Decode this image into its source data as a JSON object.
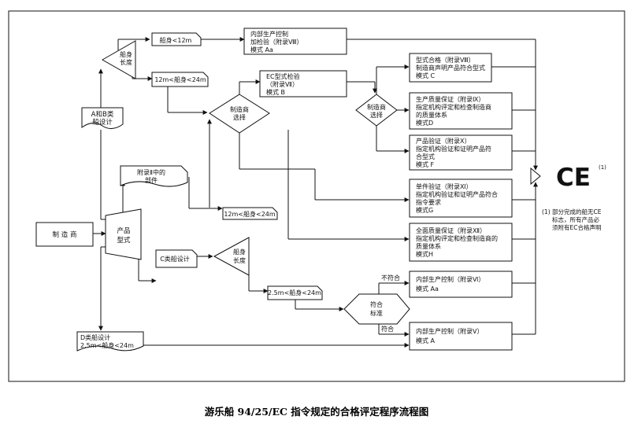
{
  "caption": "游乐船 94/25/EC 指令规定的合格评定程序流程图",
  "manufacturer": "制 造 商",
  "product_type": [
    "产品",
    "型式"
  ],
  "design_ab": [
    "A和B类",
    "船设计"
  ],
  "length_label": [
    "船身",
    "长度"
  ],
  "len_lt12": "船身<12m",
  "len_12_24": "12m<船身<24m",
  "len_12_24b": "12m<船身<24m",
  "len_25_24": "2.5m<船身<24m",
  "module_aa_top": [
    "内部生产控制",
    "加检验（附录Ⅷ）",
    "模式 Aa"
  ],
  "module_b": [
    "EC型式检验",
    "（附录Ⅶ）",
    "模式 B"
  ],
  "mfr_choice": [
    "制造商",
    "选择"
  ],
  "mfr_choice2": [
    "制造商",
    "选择"
  ],
  "module_c": [
    "型式合格（附录Ⅷ）",
    "制造商声明产品符合型式",
    "模式 C"
  ],
  "module_d": [
    "生产质量保证（附录Ⅸ）",
    "指定机构评定和检查制造商",
    "的质量体系",
    "模式D"
  ],
  "module_f": [
    "产品验证（附录Ⅹ）",
    "指定机构验证和证明产品符",
    "合型式",
    "模式 F"
  ],
  "module_g": [
    "单件验证（附录Ⅺ）",
    "指定机构验证和证明产品符合",
    "指令要求",
    "模式G"
  ],
  "module_h": [
    "全面质量保证（附录Ⅻ）",
    "指定机构评定和检查制造商的",
    "质量体系",
    "模式H"
  ],
  "annex_ii": [
    "附录Ⅱ中的",
    "部件"
  ],
  "design_c": "C类船设计",
  "length_c": [
    "船身",
    "长度"
  ],
  "module_aa_bottom": [
    "内部生产控制（附录Ⅵ）",
    "模式 Aa"
  ],
  "module_a": [
    "内部生产控制（附录Ⅴ）",
    "模式 A"
  ],
  "conform_std": [
    "符合",
    "标准"
  ],
  "not_conform": "不符合",
  "conform": "符合",
  "design_d": [
    "D类船设计",
    "2.5m<船身<24m"
  ],
  "ce_mark": "CE",
  "ce_sup": "(1)",
  "footnote": [
    "(1) 部分完成的船无CE",
    "标志，所有产品必",
    "须附有EC合格声明"
  ]
}
